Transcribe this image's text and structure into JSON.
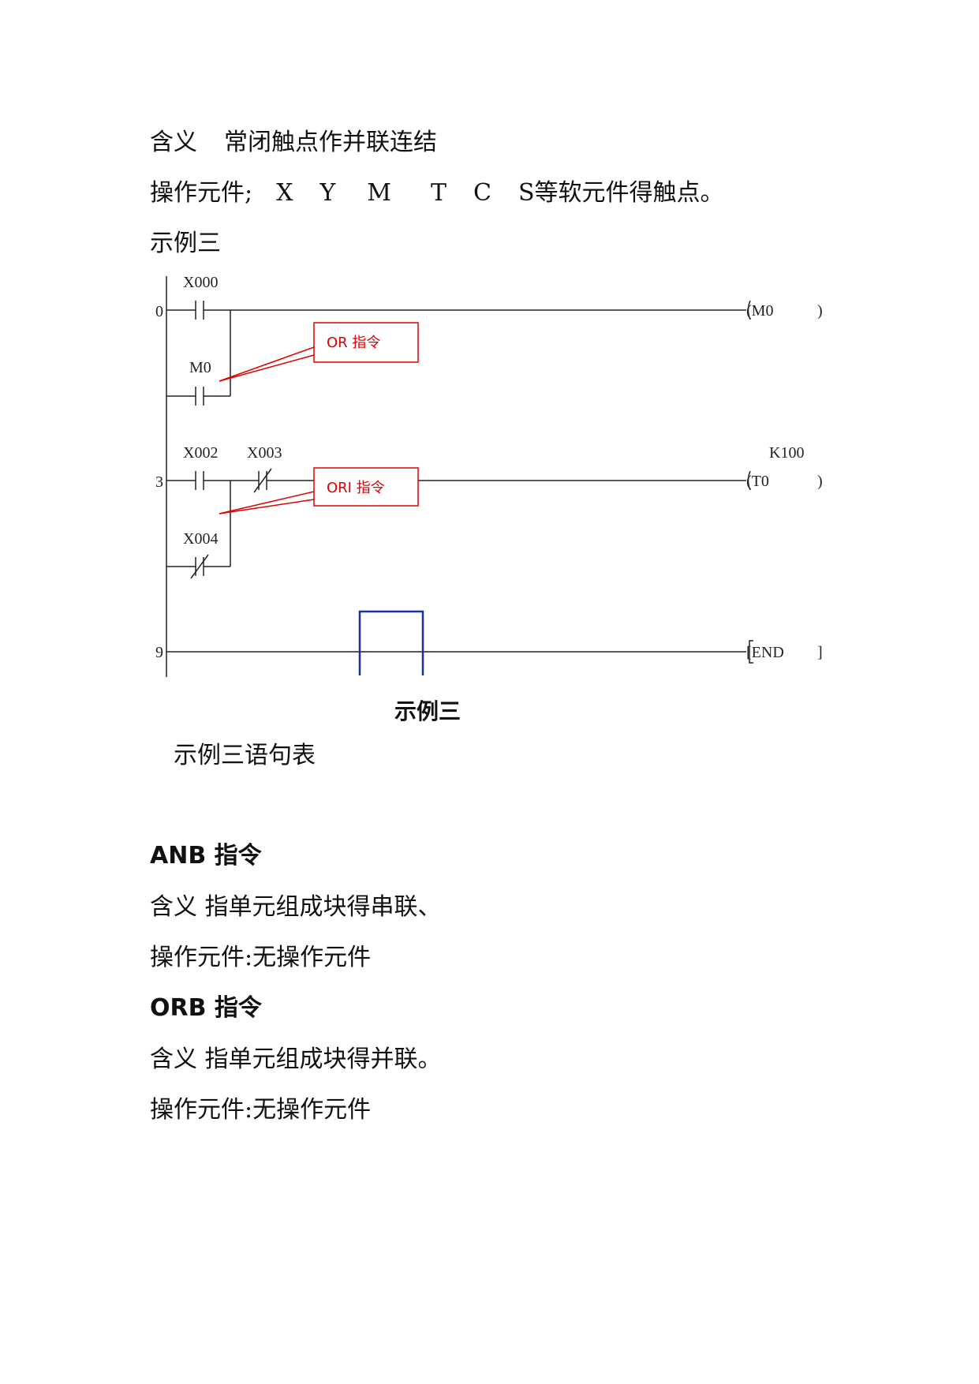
{
  "section1": {
    "meaning_prefix": "含义",
    "meaning_text": "常闭触点作并联连结",
    "operand_prefix": "操作元件;",
    "operand_items": [
      "X",
      "Y",
      "M",
      "T",
      "C",
      "S"
    ],
    "operand_suffix": "等软元件得触点。",
    "example_title": "示例三"
  },
  "diagram": {
    "rungs": [
      {
        "step": "0",
        "contact_top": "X000",
        "contact_branch": "M0",
        "coil": "(M0",
        "coil_close": ")"
      },
      {
        "step": "3",
        "contact_top": "X002",
        "contact_series": "X003",
        "contact_branch": "X004",
        "coil": "(T0",
        "coil_close": ")",
        "coil_param": "K100"
      },
      {
        "step": "9",
        "coil": "[END",
        "coil_close": "]"
      }
    ],
    "callouts": [
      "OR 指令",
      "ORI 指令"
    ],
    "caption": "示例三"
  },
  "statement_table_title": "示例三语句表",
  "section2": {
    "title": "ANB 指令",
    "meaning": "含义  指单元组成块得串联、",
    "operand": "操作元件:无操作元件"
  },
  "section3": {
    "title": "ORB 指令",
    "meaning": "含义  指单元组成块得并联。",
    "operand": "操作元件:无操作元件"
  }
}
